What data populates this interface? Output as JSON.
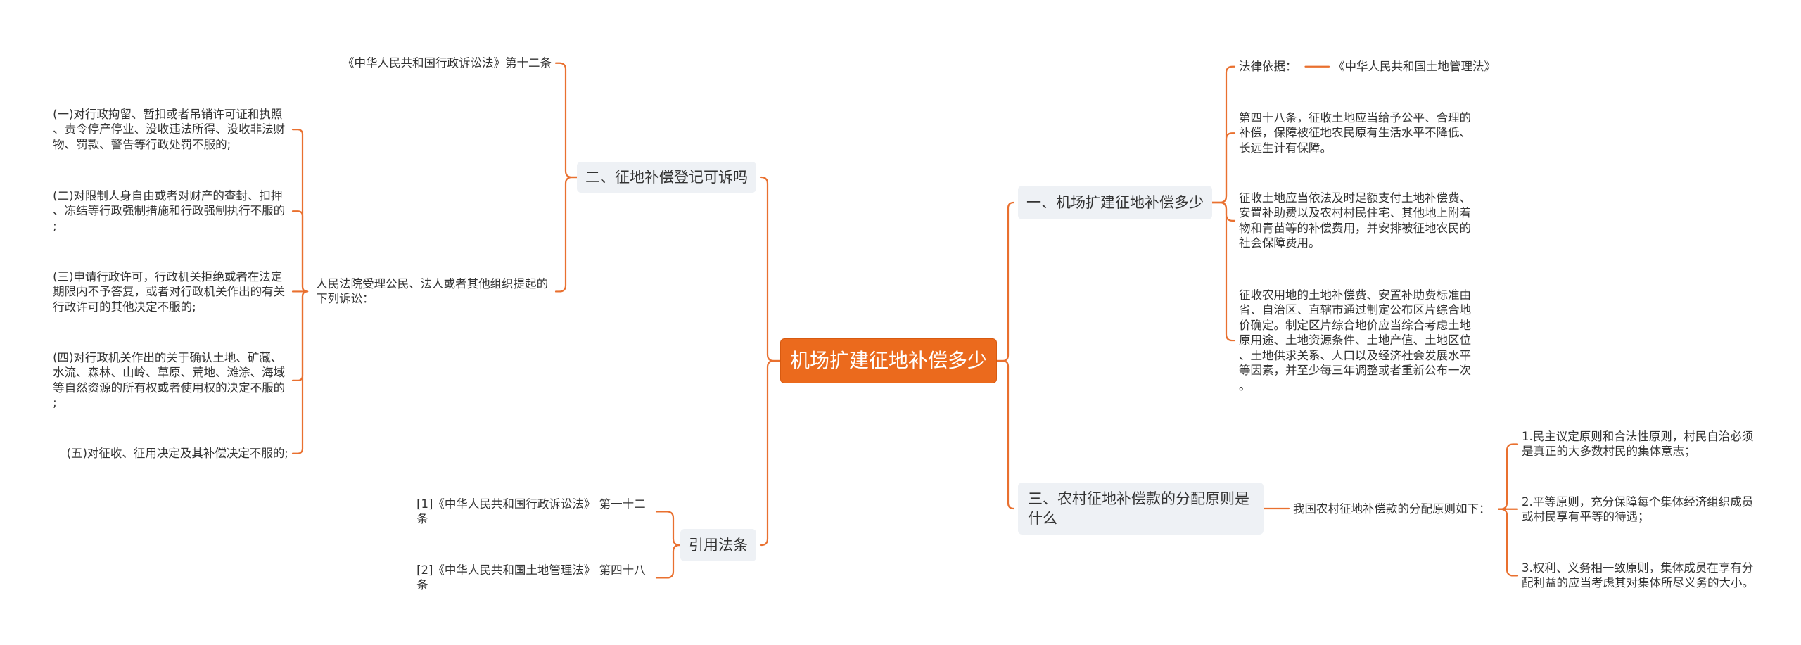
{
  "colors": {
    "root_fill": "#eb6a1d",
    "root_border": "#d85a10",
    "root_text": "#ffffff",
    "branch_fill": "#eef1f5",
    "connector": "#e9702f",
    "text": "#333333"
  },
  "mindmap": {
    "root": "机场扩建征地补偿多少",
    "branches": [
      {
        "label": "一、机场扩建征地补偿多少",
        "children": [
          {
            "label": "法律依据：",
            "children": [
              {
                "label": "《中华人民共和国土地管理法》"
              }
            ]
          },
          {
            "label": "第四十八条，征收土地应当给予公平、合理的补偿，保障被征地农民原有生活水平不降低、长远生计有保障。"
          },
          {
            "label": "征收土地应当依法及时足额支付土地补偿费、安置补助费以及农村村民住宅、其他地上附着物和青苗等的补偿费用，并安排被征地农民的社会保障费用。"
          },
          {
            "label": "征收农用地的土地补偿费、安置补助费标准由省、自治区、直辖市通过制定公布区片综合地价确定。制定区片综合地价应当综合考虑土地原用途、土地资源条件、土地产值、土地区位、土地供求关系、人口以及经济社会发展水平等因素，并至少每三年调整或者重新公布一次。"
          }
        ]
      },
      {
        "label": "二、征地补偿登记可诉吗",
        "children": [
          {
            "label": "《中华人民共和国行政诉讼法》第十二条"
          },
          {
            "label": "人民法院受理公民、法人或者其他组织提起的下列诉讼：",
            "children": [
              {
                "label": "(一)对行政拘留、暂扣或者吊销许可证和执照、责令停产停业、没收违法所得、没收非法财物、罚款、警告等行政处罚不服的;"
              },
              {
                "label": "(二)对限制人身自由或者对财产的查封、扣押、冻结等行政强制措施和行政强制执行不服的;"
              },
              {
                "label": "(三)申请行政许可，行政机关拒绝或者在法定期限内不予答复，或者对行政机关作出的有关行政许可的其他决定不服的;"
              },
              {
                "label": "(四)对行政机关作出的关于确认土地、矿藏、水流、森林、山岭、草原、荒地、滩涂、海域等自然资源的所有权或者使用权的决定不服的;"
              },
              {
                "label": "(五)对征收、征用决定及其补偿决定不服的;"
              }
            ]
          }
        ]
      },
      {
        "label": "三、农村征地补偿款的分配原则是什么",
        "children": [
          {
            "label": "我国农村征地补偿款的分配原则如下：",
            "children": [
              {
                "label": "1.民主议定原则和合法性原则，村民自治必须是真正的大多数村民的集体意志；"
              },
              {
                "label": "2.平等原则，充分保障每个集体经济组织成员或村民享有平等的待遇；"
              },
              {
                "label": "3.权利、义务相一致原则，集体成员在享有分配利益的应当考虑其对集体所尽义务的大小。"
              }
            ]
          }
        ]
      },
      {
        "label": "引用法条",
        "children": [
          {
            "label": "[1]《中华人民共和国行政诉讼法》 第一十二条"
          },
          {
            "label": "[2]《中华人民共和国土地管理法》 第四十八条"
          }
        ]
      }
    ]
  }
}
